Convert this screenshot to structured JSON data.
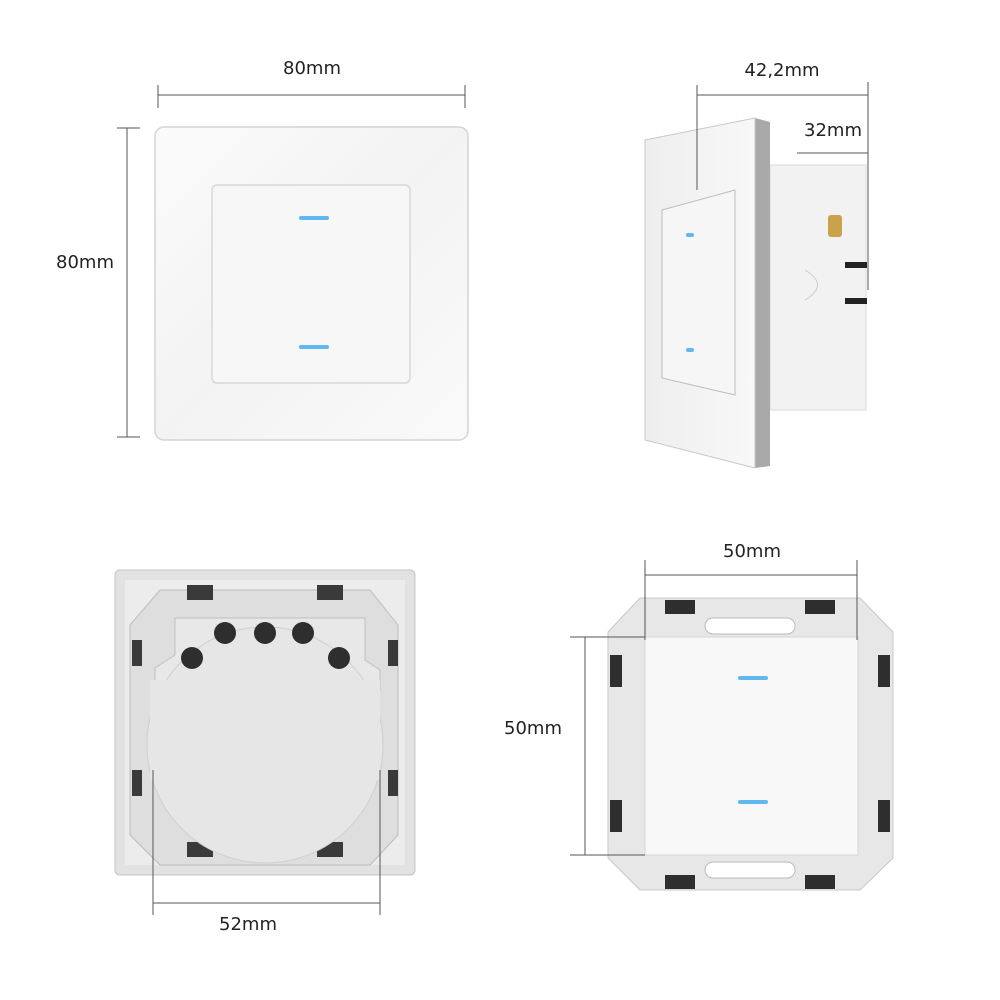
{
  "front_view": {
    "width_label": "80mm",
    "height_label": "80mm"
  },
  "side_view": {
    "depth_label": "42,2mm",
    "body_depth_label": "32mm"
  },
  "back_view": {
    "width_label": "52mm"
  },
  "module_view": {
    "width_label": "50mm",
    "height_label": "50mm"
  },
  "colors": {
    "led": "#5fb8f0",
    "plate": "#f6f6f6",
    "frame": "#c8c8c8",
    "metal": "#d9d9d9"
  }
}
